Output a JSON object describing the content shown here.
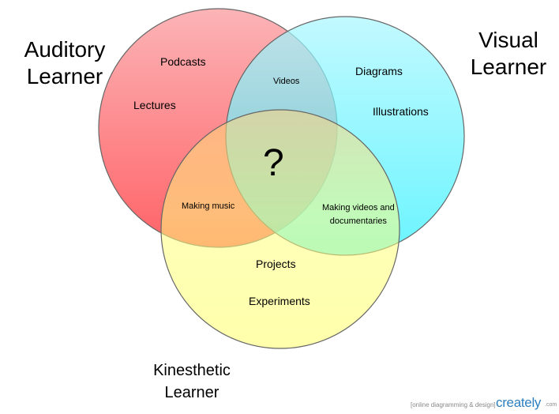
{
  "sets": {
    "auditory": {
      "lines": [
        "Auditory",
        "Learner"
      ],
      "color": "#ff6b6e"
    },
    "visual": {
      "lines": [
        "Visual",
        "Learner"
      ],
      "color": "#3cf0ff"
    },
    "kinesthetic": {
      "lines": [
        "Kinesthetic",
        "Learner"
      ],
      "color": "#ffff66"
    }
  },
  "regions": {
    "auditory_only": [
      "Podcasts",
      "Lectures"
    ],
    "visual_only": [
      "Diagrams",
      "Illustrations"
    ],
    "kinesthetic_only": [
      "Projects",
      "Experiments"
    ],
    "auditory_visual": "Videos",
    "auditory_kinesthetic": "Making music",
    "visual_kinesthetic": [
      "Making videos and",
      "documentaries"
    ],
    "center": "?"
  },
  "watermark": {
    "tagline": "[online diagramming & design]",
    "brand": "creately",
    "domain": ".com"
  }
}
